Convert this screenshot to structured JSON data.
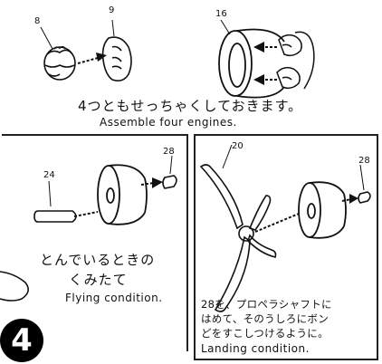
{
  "top": {
    "part_numbers": [
      "8",
      "9",
      "16"
    ],
    "caption_ja": "4つともせっちゃくしておきます。",
    "caption_en": "Assemble four engines."
  },
  "flying": {
    "part_numbers": [
      "24",
      "28"
    ],
    "caption_ja_line1": "とんでいるときの",
    "caption_ja_line2": "くみたて",
    "caption_en": "Flying condition."
  },
  "landing": {
    "part_numbers": [
      "20",
      "28"
    ],
    "note_lines": [
      "28を、プロペラシャフトに",
      "はめて、そのうしろにボン",
      "どをすこしつけるように。"
    ],
    "caption_en": "Landing condition."
  },
  "step": "4"
}
